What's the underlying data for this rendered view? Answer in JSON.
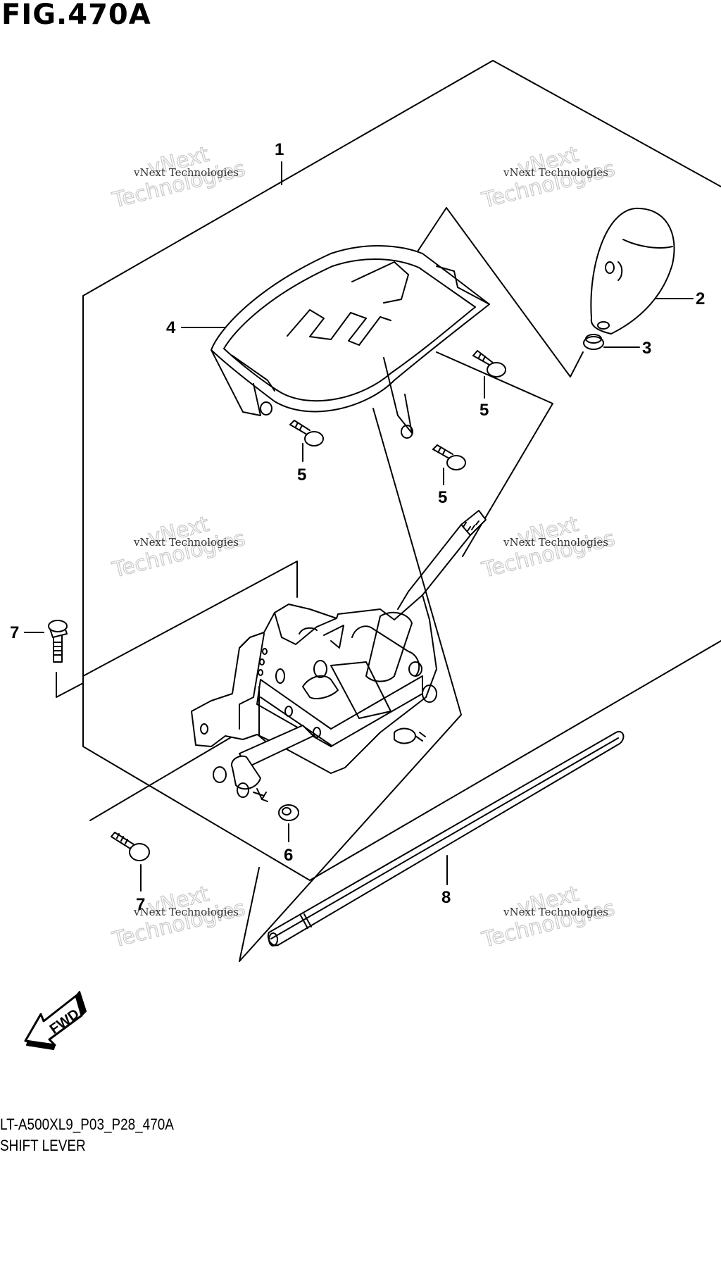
{
  "figure": {
    "title": "FIG.470A",
    "code": "LT-A500XL9_P03_P28_470A",
    "name": "SHIFT LEVER"
  },
  "callouts": [
    {
      "id": "c1",
      "label": "1"
    },
    {
      "id": "c2",
      "label": "2"
    },
    {
      "id": "c3",
      "label": "3"
    },
    {
      "id": "c4",
      "label": "4"
    },
    {
      "id": "c5a",
      "label": "5"
    },
    {
      "id": "c5b",
      "label": "5"
    },
    {
      "id": "c5c",
      "label": "5"
    },
    {
      "id": "c6",
      "label": "6"
    },
    {
      "id": "c7a",
      "label": "7"
    },
    {
      "id": "c7b",
      "label": "7"
    },
    {
      "id": "c8",
      "label": "8"
    }
  ],
  "fwd_label": "FWD",
  "watermark": {
    "line1": "vNext",
    "line2": "Technologies",
    "small": "vNext Technologies"
  },
  "icons": [
    "fwd-arrow-icon"
  ]
}
